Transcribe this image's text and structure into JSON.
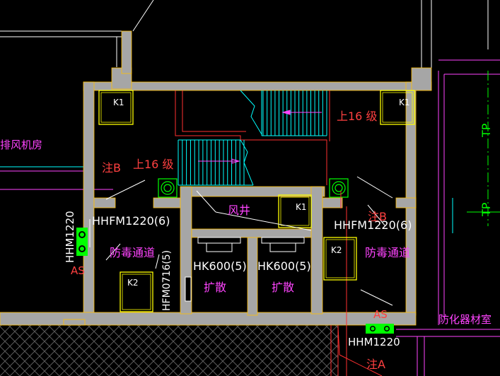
{
  "labels": {
    "fan_room": "排风机房",
    "stair_up_upper": "上16 级",
    "stair_up_lower": "上16 级",
    "note_b": "注B",
    "note_b_right": "注B",
    "note_a": "注A",
    "door_left": "HHFM1220(6)",
    "door_right": "HHFM1220(6)",
    "door_vertical_left": "HHM1220",
    "door_vertical_center": "HFM0716(5)",
    "door_bottom": "HHM1220",
    "passage_left": "防毒通道",
    "passage_right": "防毒通道",
    "air_shaft": "风井",
    "expansion_room_1_code": "HK600(5)",
    "expansion_room_1_name": "扩散",
    "expansion_room_2_code": "HK600(5)",
    "expansion_room_2_name": "扩散",
    "chem_storage": "防化器材室",
    "as_left": "AS",
    "as_bottom": "AS",
    "tp_upper": "TP",
    "tp_lower": "TP"
  },
  "boxes": {
    "k1_top_left": "K1",
    "k1_top_right": "K1",
    "k1_shaft": "K1",
    "k2_left": "K2",
    "k2_right": "K2"
  },
  "colors": {
    "background": "#000000",
    "wall": "#a6a6a6",
    "magenta": "#ff44ff",
    "red": "#ff3030",
    "yellow": "#ffff00",
    "cyan": "#00ffff",
    "green": "#00ff00",
    "white": "#ffffff",
    "hatch": "#5a5a5a"
  }
}
